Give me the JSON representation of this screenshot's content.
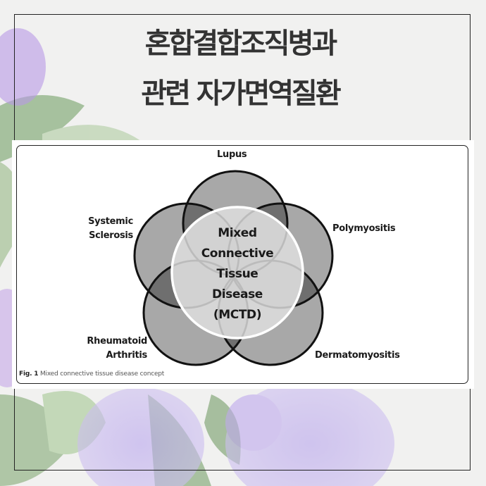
{
  "header": {
    "title_line1": "혼합결합조직병과",
    "title_line2": "관련 자가면역질환"
  },
  "figure": {
    "caption_label": "Fig. 1",
    "caption_text": "Mixed connective tissue disease concept",
    "center": {
      "lines": [
        "Mixed",
        "Connective",
        "Tissue",
        "Disease",
        "(MCTD)"
      ]
    },
    "diseases": [
      {
        "name_line1": "Lupus",
        "name_line2": ""
      },
      {
        "name_line1": "Polymyositis",
        "name_line2": ""
      },
      {
        "name_line1": "Dermatomyositis",
        "name_line2": ""
      },
      {
        "name_line1": "Rheumatoid",
        "name_line2": "Arthritis"
      },
      {
        "name_line1": "Systemic",
        "name_line2": "Sclerosis"
      }
    ],
    "colors": {
      "petal_fill": "#a8a8a8",
      "overlap_fill": "#6f6f6f",
      "center_fill": "#d9d9d9",
      "center_stroke": "#ffffff",
      "outline": "#111111"
    }
  }
}
